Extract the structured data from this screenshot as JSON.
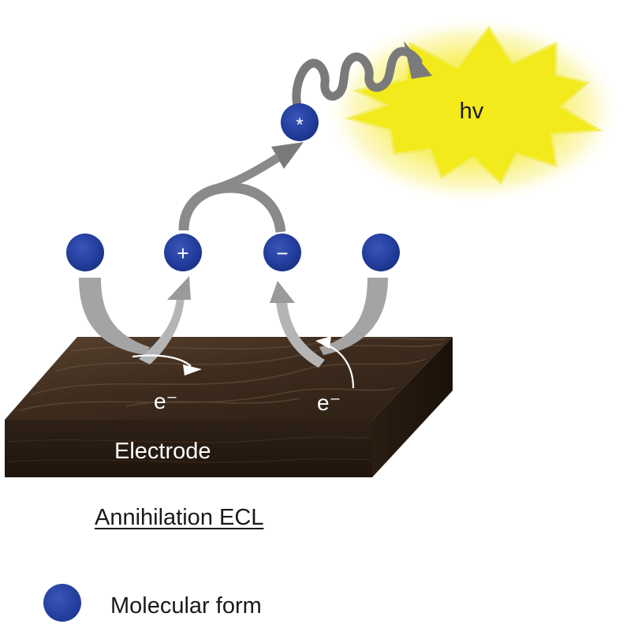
{
  "diagram": {
    "title": "Annihilation ECL",
    "electrode_label": "Electrode",
    "light_label": "hv",
    "electron_label_left": "e⁻",
    "electron_label_right": "e⁻",
    "species": {
      "neutral": "",
      "cation": "+",
      "anion": "−",
      "excited": "*"
    },
    "legend": {
      "label": "Molecular form"
    },
    "colors": {
      "molecule": "#24409f",
      "burst": "#f2ea1a",
      "electrode": "#3b2a1c",
      "arrow": "#8e8e8e"
    }
  }
}
